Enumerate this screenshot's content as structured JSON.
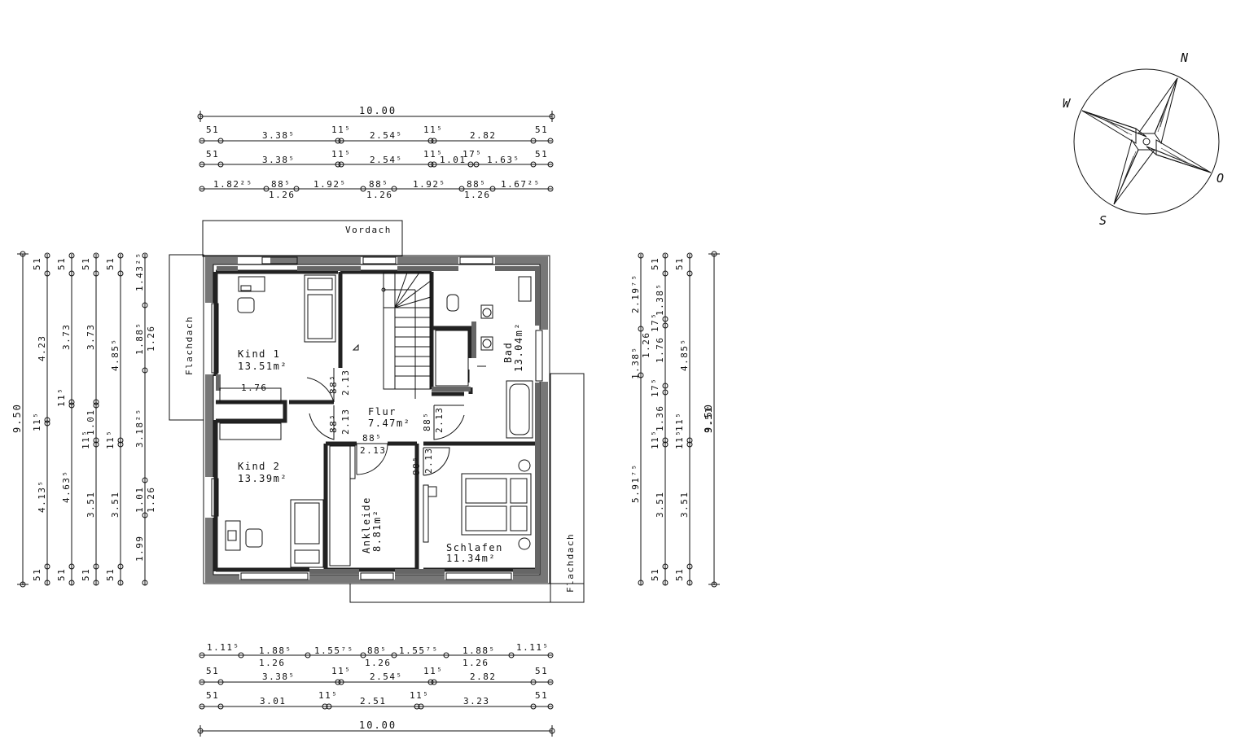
{
  "plan": {
    "labels": {
      "vordach": "Vordach",
      "flachdach_left": "Flachdach",
      "flachdach_right": "Flachdach"
    },
    "rooms": [
      {
        "id": "kind1",
        "name": "Kind 1",
        "area": "13.51m²"
      },
      {
        "id": "kind2",
        "name": "Kind 2",
        "area": "13.39m²"
      },
      {
        "id": "flur",
        "name": "Flur",
        "area": "7.47m²"
      },
      {
        "id": "bad",
        "name": "Bad",
        "area": "13.04m²"
      },
      {
        "id": "ankleide",
        "name": "Ankleide",
        "area": "8.81m²"
      },
      {
        "id": "schlafen",
        "name": "Schlafen",
        "area": "11.34m²"
      }
    ],
    "door_labels": [
      "88⁵",
      "2.13",
      "88⁵",
      "2.13",
      "88⁵",
      "2.13",
      "88⁵",
      "2.13",
      "88⁵",
      "2.13"
    ],
    "inner_labels": {
      "kind1_width": "1.76"
    }
  },
  "dims_top": {
    "row1": [
      "10.00"
    ],
    "row2": [
      "51",
      "3.38⁵",
      "11⁵",
      "2.54⁵",
      "11⁵",
      "2.82",
      "51"
    ],
    "row3": [
      "51",
      "3.38⁵",
      "11⁵",
      "2.54⁵",
      "11⁵",
      "1.01",
      "17⁵",
      "1.63⁵",
      "51"
    ],
    "row4": [
      "1.82²⁵",
      "88⁵",
      "1.26",
      "1.92⁵",
      "88⁵",
      "1.26",
      "1.92⁵",
      "88⁵",
      "1.26",
      "1.67²⁵"
    ]
  },
  "dims_bottom": {
    "row1": [
      "1.11⁵",
      "1.88⁵",
      "1.26",
      "1.55⁷⁵",
      "88⁵",
      "1.26",
      "1.55⁷⁵",
      "1.88⁵",
      "1.26",
      "1.11⁵"
    ],
    "row2": [
      "51",
      "3.38⁵",
      "11⁵",
      "2.54⁵",
      "11⁵",
      "2.82",
      "51"
    ],
    "row3": [
      "51",
      "3.01",
      "11⁵",
      "2.51",
      "11⁵",
      "3.23",
      "51"
    ],
    "row4": [
      "10.00"
    ]
  },
  "dims_left": {
    "col1": [
      "9.50"
    ],
    "col2": [
      "51",
      "4.23",
      "11⁵",
      "4.13⁵",
      "51"
    ],
    "col3": [
      "51",
      "3.73",
      "11⁵",
      "4.63⁵",
      "51"
    ],
    "col4": [
      "51",
      "3.73",
      "1.01",
      "11⁵",
      "3.51",
      "51"
    ],
    "col5": [
      "51",
      "4.85⁵",
      "11⁵",
      "3.51",
      "51"
    ],
    "col6": [
      "1.43²⁵",
      "1.88⁵",
      "1.26",
      "3.18²⁵",
      "1.01",
      "1.26",
      "1.99"
    ]
  },
  "dims_right": {
    "col1": [
      "2.19⁷⁵",
      "1.38⁵",
      "5.91⁷⁵"
    ],
    "col2": [
      "51",
      "1.26",
      "11⁵",
      "3.51",
      "51"
    ],
    "col3": [
      "51",
      "1.38⁵",
      "17⁵",
      "1.76",
      "17⁵",
      "1.36",
      "11⁵",
      "3.51",
      "51"
    ],
    "col4": [
      "4.85⁵",
      "11⁵",
      "3.51"
    ],
    "col5": [
      "9.50"
    ]
  },
  "compass": {
    "n": "N",
    "s": "S",
    "w": "W",
    "o": "O"
  },
  "colors": {
    "line": "#111111",
    "wall": "#222222",
    "grey_wall": "#666666",
    "background": "#ffffff"
  }
}
